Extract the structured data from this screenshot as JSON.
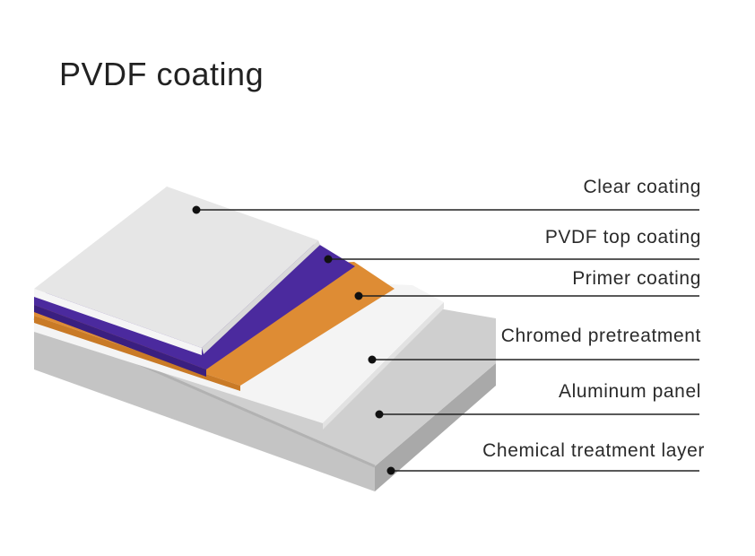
{
  "title": "PVDF coating",
  "layers": [
    {
      "label": "Clear coating",
      "color": "#e6e6e6"
    },
    {
      "label": "PVDF top coating",
      "color": "#4b2a9e"
    },
    {
      "label": "Primer coating",
      "color": "#de8c34"
    },
    {
      "label": "Chromed pretreatment",
      "color": "#f4f4f4"
    },
    {
      "label": "Aluminum panel",
      "color": "#cfcfcf"
    },
    {
      "label": "Chemical treatment layer",
      "color": "#bdbdbd"
    }
  ]
}
